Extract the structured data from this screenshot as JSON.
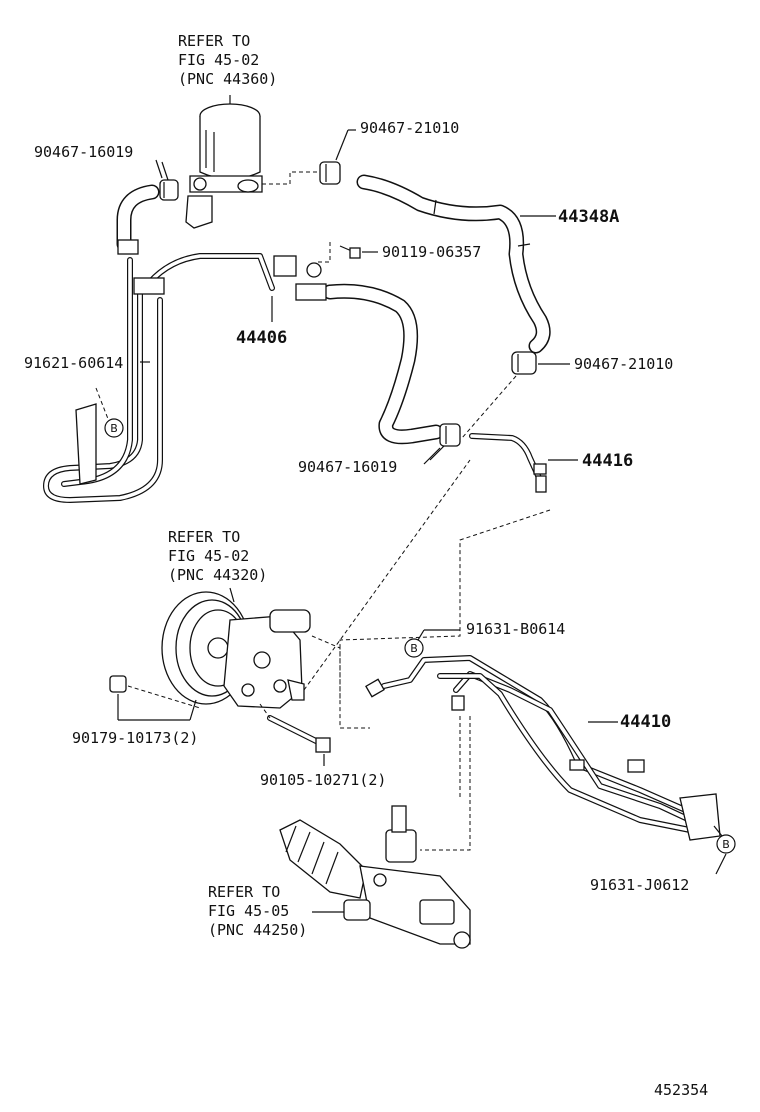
{
  "refer_reservoir": {
    "line1": "REFER TO",
    "line2": "FIG 45-02",
    "line3": "(PNC 44360)"
  },
  "refer_pump": {
    "line1": "REFER TO",
    "line2": "FIG 45-02",
    "line3": "(PNC 44320)"
  },
  "refer_gear": {
    "line1": "REFER TO",
    "line2": "FIG 45-05",
    "line3": "(PNC 44250)"
  },
  "parts": {
    "clamp_90467_16019_top": "90467-16019",
    "clamp_90467_21010_top": "90467-21010",
    "hose_44348A": "44348A",
    "bolt_90119_06357": "90119-06357",
    "tube_44406": "44406",
    "clamp_91621_60614": "91621-60614",
    "clamp_90467_21010_mid": "90467-21010",
    "clamp_90467_16019_mid": "90467-16019",
    "tube_44416": "44416",
    "clamp_91631_B0614": "91631-B0614",
    "tube_44410": "44410",
    "nut_90179_10173": "90179-10173(2)",
    "bolt_90105_10271": "90105-10271(2)",
    "clamp_91631_J0612": "91631-J0612"
  },
  "callout_letter": "B",
  "illustration_number": "452354"
}
